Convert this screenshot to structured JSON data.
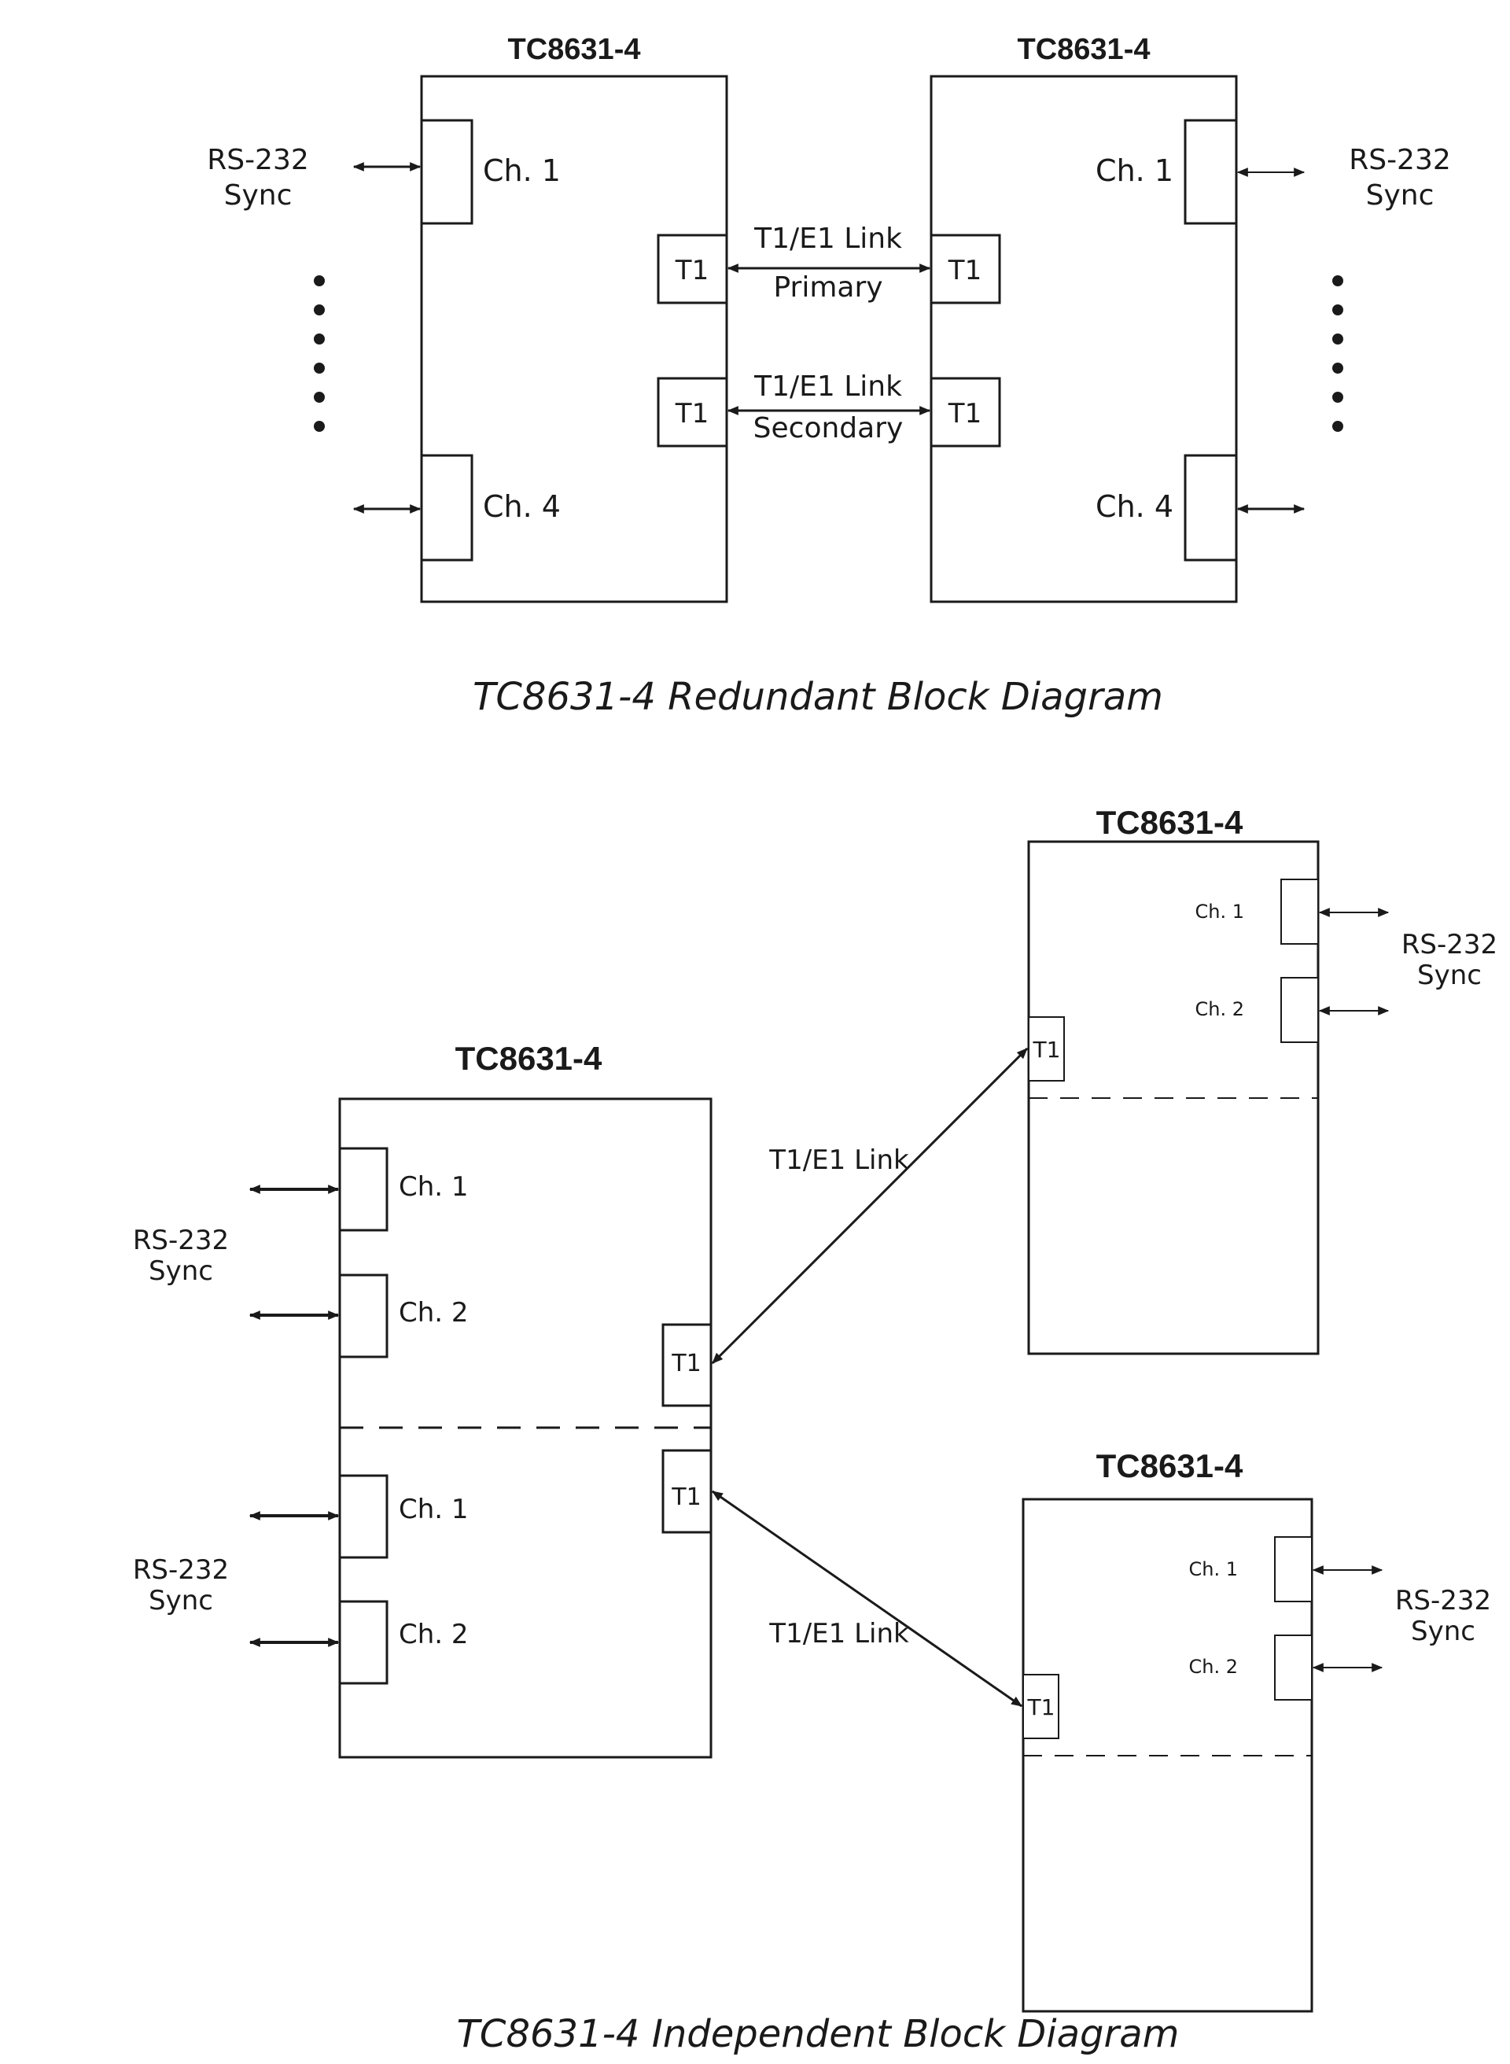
{
  "redundant": {
    "caption": "TC8631-4 Redundant Block Diagram",
    "left_unit": {
      "title": "TC8631-4",
      "ch_top": "Ch. 1",
      "ch_bottom": "Ch. 4",
      "port_primary": "T1",
      "port_secondary": "T1"
    },
    "right_unit": {
      "title": "TC8631-4",
      "ch_top": "Ch. 1",
      "ch_bottom": "Ch. 4",
      "port_primary": "T1",
      "port_secondary": "T1"
    },
    "primary_link": {
      "line1": "T1/E1 Link",
      "line2": "Primary"
    },
    "secondary_link": {
      "line1": "T1/E1 Link",
      "line2": "Secondary"
    },
    "left_interface": {
      "line1": "RS-232",
      "line2": "Sync"
    },
    "right_interface": {
      "line1": "RS-232",
      "line2": "Sync"
    }
  },
  "independent": {
    "caption": "TC8631-4 Independent Block Diagram",
    "main_unit": {
      "title": "TC8631-4",
      "upper_ch1": "Ch. 1",
      "upper_ch2": "Ch. 2",
      "lower_ch1": "Ch. 1",
      "lower_ch2": "Ch. 2",
      "port_upper": "T1",
      "port_lower": "T1"
    },
    "main_upper_interface": {
      "line1": "RS-232",
      "line2": "Sync"
    },
    "main_lower_interface": {
      "line1": "RS-232",
      "line2": "Sync"
    },
    "top_remote": {
      "title": "TC8631-4",
      "ch1": "Ch. 1",
      "ch2": "Ch. 2",
      "port": "T1"
    },
    "top_remote_interface": {
      "line1": "RS-232",
      "line2": "Sync"
    },
    "bottom_remote": {
      "title": "TC8631-4",
      "ch1": "Ch. 1",
      "ch2": "Ch. 2",
      "port": "T1"
    },
    "bottom_remote_interface": {
      "line1": "RS-232",
      "line2": "Sync"
    },
    "link_upper": "T1/E1 Link",
    "link_lower": "T1/E1 Link"
  }
}
